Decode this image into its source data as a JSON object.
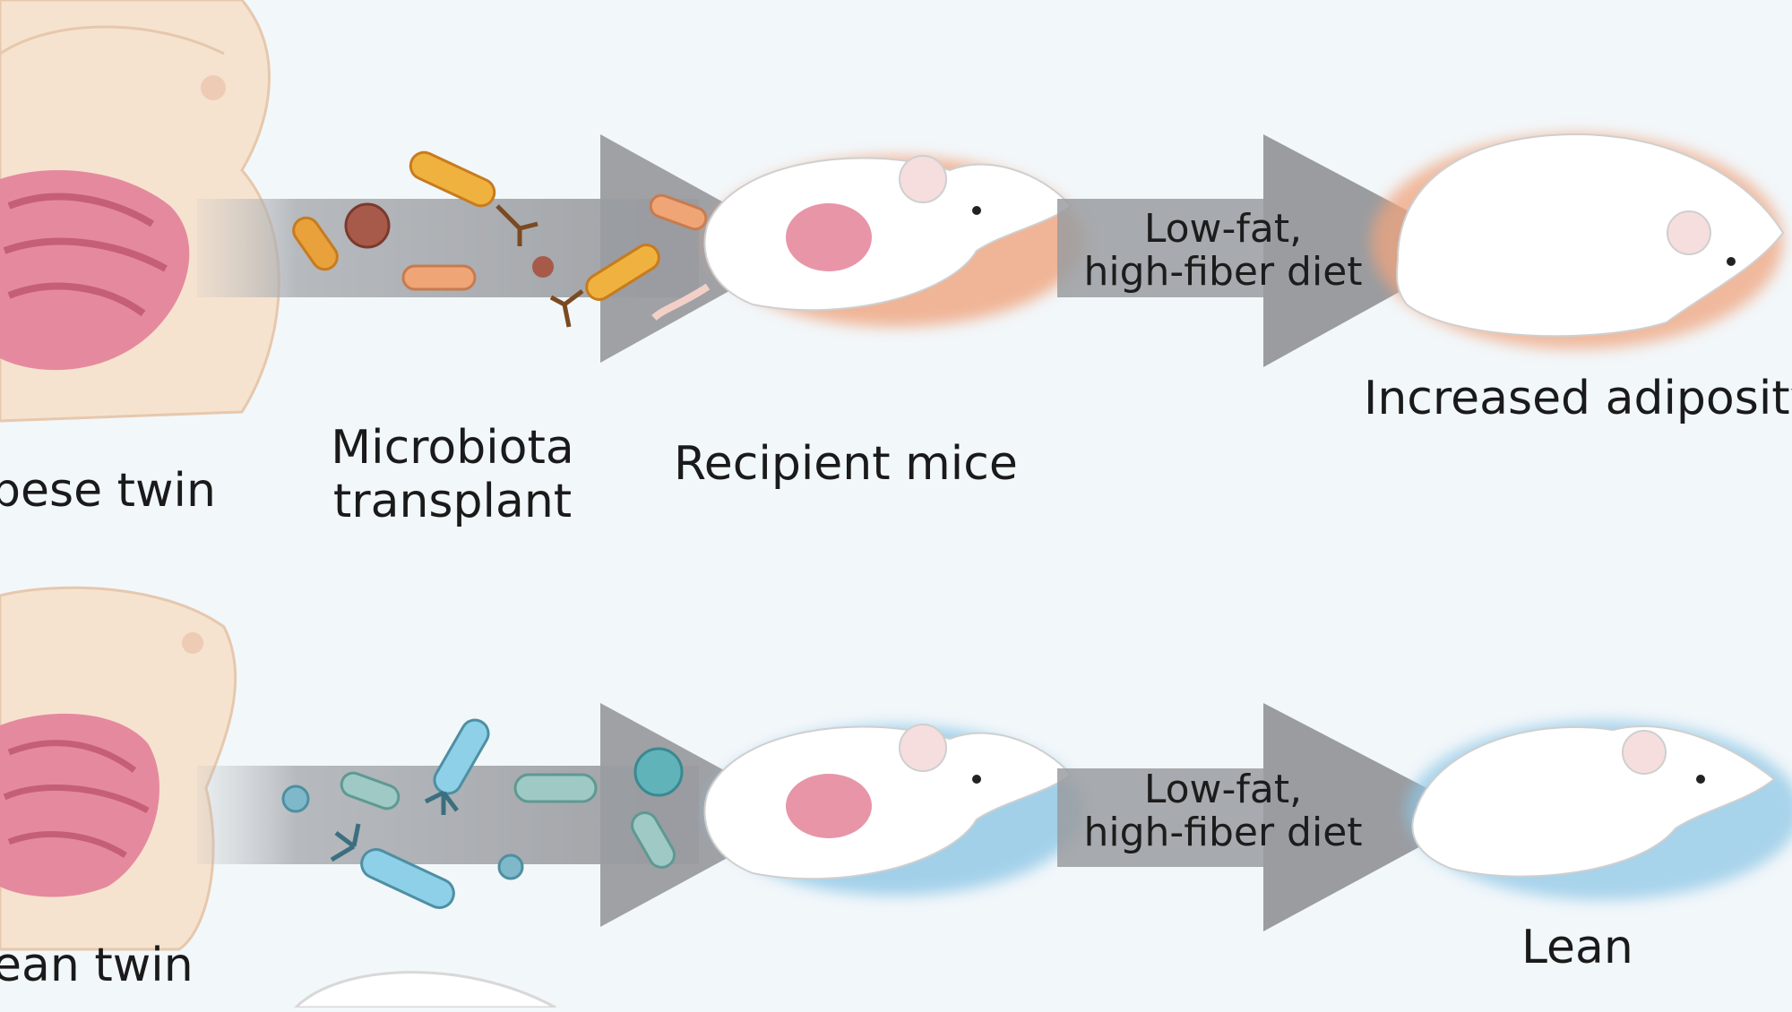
{
  "top_row": {
    "source_label": "bese twin",
    "transfer_label_line1": "Microbiota",
    "transfer_label_line2": "transplant",
    "recipient_label": "Recipient mice",
    "diet_line1": "Low-fat,",
    "diet_line2": "high-fiber diet",
    "outcome_label": "Increased adiposity"
  },
  "bottom_row": {
    "source_label": "ean twin",
    "diet_line1": "Low-fat,",
    "diet_line2": "high-fiber diet",
    "outcome_label": "Lean"
  },
  "colors": {
    "background": "#f2f7fa",
    "arrow": "#9a9ca0",
    "skin": "#f6e3cf",
    "intestine": "#e58a9e",
    "obese_glow": "#f0a47e",
    "lean_glow": "#8fc7e6",
    "bacteria_orange": "#e9a23b",
    "bacteria_teal": "#7fb9c9"
  }
}
